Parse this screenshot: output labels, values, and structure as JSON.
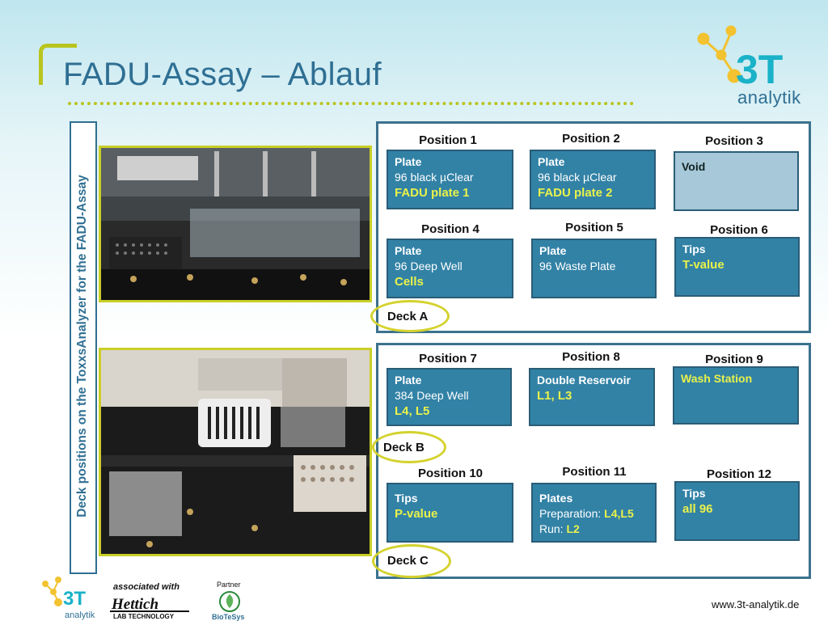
{
  "title": "FADU-Assay – Ablauf",
  "side_label": "Deck positions on the ToxxsAnalyzer for the FADU-Assay",
  "logo": {
    "name": "3T",
    "sub": "analytik"
  },
  "decks": {
    "a": {
      "name": "Deck A",
      "positions": [
        {
          "label": "Position 1",
          "l1": "Plate",
          "l2": "96 black µClear",
          "l3": "FADU plate 1"
        },
        {
          "label": "Position 2",
          "l1": "Plate",
          "l2": "96 black µClear",
          "l3": "FADU plate 2"
        },
        {
          "label": "Position 3",
          "l1": "Void",
          "l2": "",
          "l3": ""
        },
        {
          "label": "Position 4",
          "l1": "Plate",
          "l2": "96 Deep Well",
          "l3": "Cells"
        },
        {
          "label": "Position 5",
          "l1": "Plate",
          "l2": "96 Waste Plate",
          "l3": ""
        },
        {
          "label": "Position 6",
          "l1": "Tips",
          "l2": "",
          "l3": "T-value"
        }
      ]
    },
    "b": {
      "name": "Deck B",
      "positions": [
        {
          "label": "Position 7",
          "l1": "Plate",
          "l2": "384 Deep Well",
          "l3": "L4, L5"
        },
        {
          "label": "Position 8",
          "l1": "Double Reservoir",
          "l2": "",
          "l3": "L1, L3"
        },
        {
          "label": "Position 9",
          "l1": "",
          "l2": "",
          "l3": "Wash Station"
        }
      ]
    },
    "c": {
      "name": "Deck C",
      "positions": [
        {
          "label": "Position 10",
          "l1": "Tips",
          "l2": "",
          "l3": "P-value"
        },
        {
          "label": "Position 11",
          "l1": "Plates",
          "l2a": "Preparation: ",
          "l2b": "L4,L5",
          "l3a": "Run: ",
          "l3b": "L2"
        },
        {
          "label": "Position 12",
          "l1": "Tips",
          "l2": "",
          "l3": "all 96"
        }
      ]
    }
  },
  "footer": {
    "associated": "associated with",
    "hettich": "Hettich",
    "hettich_sub": "LAB TECHNOLOGY",
    "partner": "Partner",
    "biotesys": "BioTeSys",
    "url": "www.3t-analytik.de"
  },
  "colors": {
    "accent": "#b9c41f",
    "brand": "#2f6f93",
    "box": "#3282a6",
    "highlight": "#e9f24a"
  }
}
